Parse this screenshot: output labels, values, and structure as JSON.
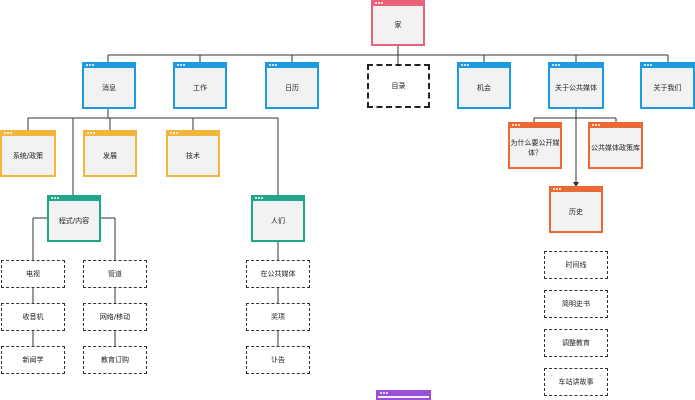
{
  "nodes": {
    "home": "家",
    "news": "消息",
    "work": "工作",
    "calendar": "日历",
    "directory": "目录",
    "opportunities": "机会",
    "about_public_media": "关于公共媒体",
    "about_us": "关于我们",
    "policy": "系统/政策",
    "development": "发展",
    "technology": "技术",
    "why_public_media": "为什么要公开媒体？",
    "public_media_policy_library": "公共媒体政策库",
    "history": "历史",
    "programming": "程式/内容",
    "people": "人们",
    "tv": "电视",
    "pipeline": "管道",
    "radio": "收音机",
    "web_mobile": "网络/移动",
    "journalism": "新闻学",
    "education_ordering": "教育订购",
    "in_public_media": "在公共媒体",
    "awards": "奖项",
    "obituary": "讣告",
    "timeline": "时间线",
    "brief_history_book": "简明史书",
    "adjust_education": "调整教育",
    "station_stories": "车站讲故事"
  },
  "colors": {
    "home": "#e8627a",
    "section": "#1e9ae0",
    "subsection": "#f2b63c",
    "about": "#ea6a36",
    "content": "#1fa58a",
    "extra": "#9b4fd9",
    "line": "#333333"
  }
}
